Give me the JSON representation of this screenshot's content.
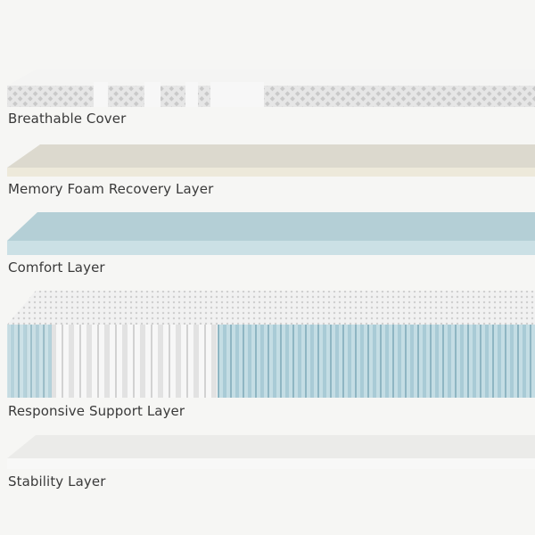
{
  "layers": [
    {
      "label": "Breathable Cover",
      "top_color": "#fbfbfa",
      "side_color": "#d8d8d8"
    },
    {
      "label": "Memory Foam Recovery Layer",
      "top_color": "#dedbd0",
      "side_color": "#ece8d8"
    },
    {
      "label": "Comfort Layer",
      "top_color": "#b3cfd6",
      "side_color": "#c9dfe4"
    },
    {
      "label": "Responsive Support Layer",
      "top_color": "#f0f0f0",
      "side_color": "#a9cbd6"
    },
    {
      "label": "Stability Layer",
      "top_color": "#ececea",
      "side_color": "#f7f7f6"
    }
  ]
}
